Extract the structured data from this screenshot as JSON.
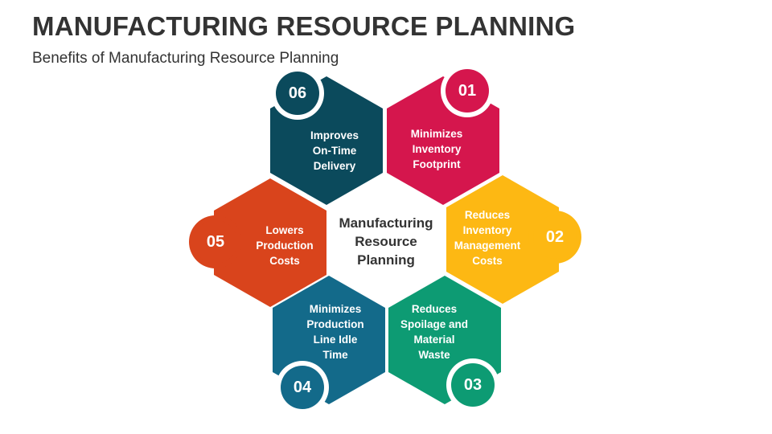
{
  "header": {
    "title": "MANUFACTURING RESOURCE PLANNING",
    "subtitle": "Benefits of Manufacturing Resource Planning"
  },
  "center": {
    "label": "Manufacturing\nResource\nPlanning"
  },
  "colors": {
    "item01": "#d5164d",
    "item02": "#fdb813",
    "item03": "#0d9b73",
    "item04": "#136a8a",
    "item05": "#d9441c",
    "item06": "#0b4a5c"
  },
  "items": [
    {
      "number": "01",
      "text": "Minimizes\nInventory\nFootprint"
    },
    {
      "number": "02",
      "text": "Reduces\nInventory\nManagement\nCosts"
    },
    {
      "number": "03",
      "text": "Reduces\nSpoilage and\nMaterial\nWaste"
    },
    {
      "number": "04",
      "text": "Minimizes\nProduction\nLine Idle\nTime"
    },
    {
      "number": "05",
      "text": "Lowers\nProduction\nCosts"
    },
    {
      "number": "06",
      "text": "Improves\nOn-Time\nDelivery"
    }
  ]
}
